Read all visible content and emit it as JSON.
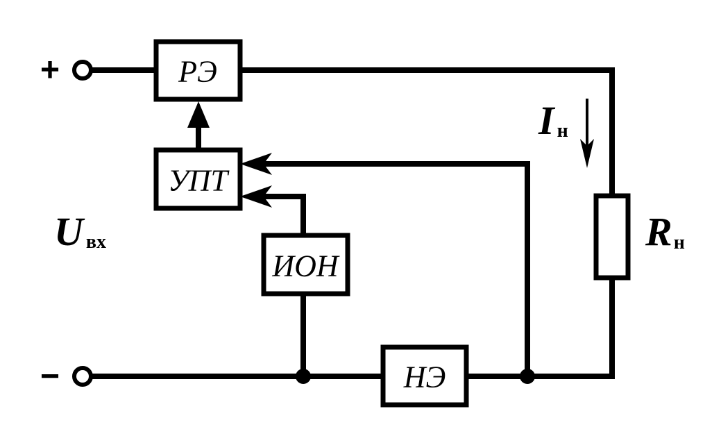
{
  "terminals": {
    "plus": "+",
    "minus": "−"
  },
  "blocks": {
    "re": "РЭ",
    "upt": "УПТ",
    "ion": "ИОН",
    "ne": "НЭ"
  },
  "labels": {
    "u_main": "U",
    "u_sub": "вх",
    "i_main": "I",
    "i_sub": "н",
    "r_main": "R",
    "r_sub": "н"
  }
}
